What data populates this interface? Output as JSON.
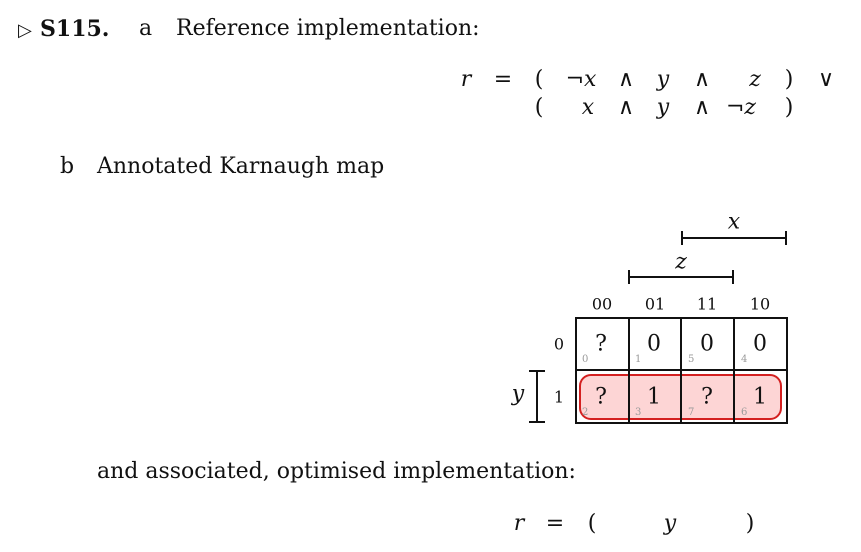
{
  "heading": {
    "marker": "▷",
    "id": "S115.",
    "part_a": {
      "letter": "a",
      "text": "Reference implementation:"
    },
    "part_b": {
      "letter": "b",
      "text": "Annotated Karnaugh map"
    }
  },
  "equation1": {
    "lhs": "r",
    "eq": "=",
    "row1": [
      "(",
      "¬x",
      "∧",
      "y",
      "∧",
      "z",
      ")",
      "∨"
    ],
    "row2": [
      "(",
      "x",
      "∧",
      "y",
      "∧",
      "¬z",
      ")"
    ]
  },
  "kmap": {
    "bracket_x": "x",
    "bracket_z": "z",
    "bracket_y": "y",
    "col_headers": [
      "00",
      "01",
      "11",
      "10"
    ],
    "row_headers": [
      "0",
      "1"
    ],
    "rows": [
      {
        "values": [
          "?",
          "0",
          "0",
          "0"
        ],
        "indices": [
          "0",
          "1",
          "5",
          "4"
        ]
      },
      {
        "values": [
          "?",
          "1",
          "?",
          "1"
        ],
        "indices": [
          "2",
          "3",
          "7",
          "6"
        ]
      }
    ],
    "highlight_color": "#fdd5d5",
    "highlight_border": "#d42020"
  },
  "conclusion": "and associated, optimised implementation:",
  "equation2": {
    "lhs": "r",
    "eq": "=",
    "open": "(",
    "term": "y",
    "close": ")"
  }
}
